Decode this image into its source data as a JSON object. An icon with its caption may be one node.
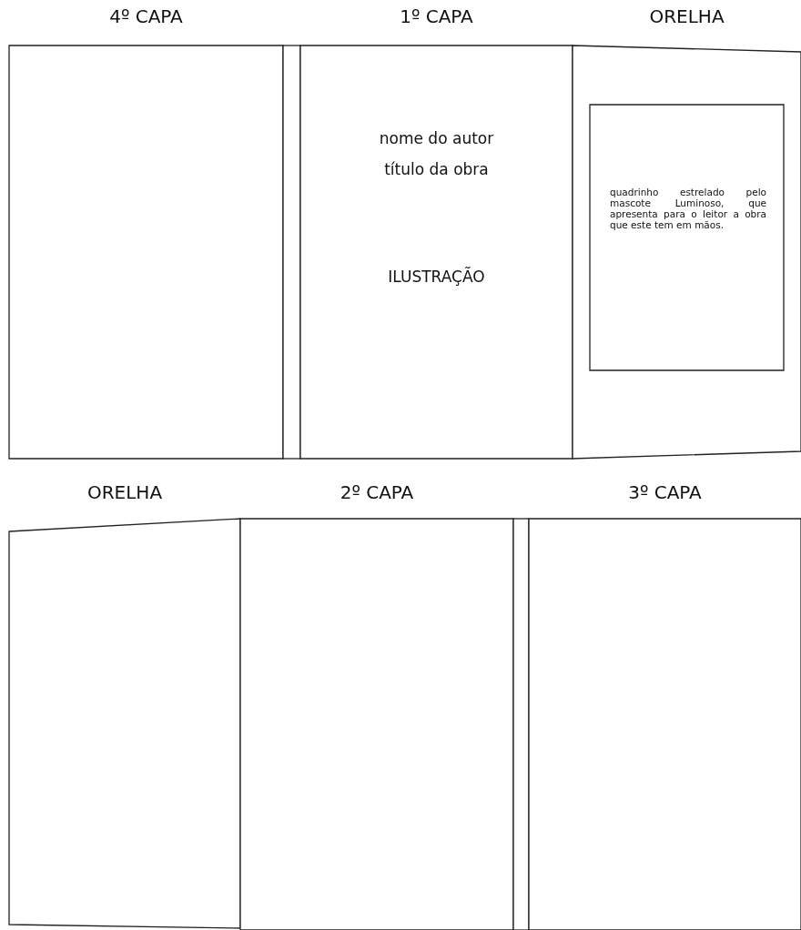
{
  "diagram": {
    "nodes": [
      {
        "text": [
          "4º CAPA"
        ]
      },
      {
        "text": [],
        "shape": "bar"
      },
      {
        "text": [
          "1º CAPA",
          "nome do autor",
          "título da obra",
          "ILUSTRAÇÃO"
        ]
      },
      {
        "text": [
          "ORELHA"
        ]
      },
      {
        "text": [
          "quadrinho estrelado pelo mascote Luminoso, que apresenta para o leitor a obra que este tem em mãos."
        ],
        "in": 3
      },
      {
        "text": [
          "ORELHA"
        ]
      },
      {
        "text": [
          "2º CAPA"
        ]
      },
      {
        "text": [],
        "shape": "bar"
      },
      {
        "text": [
          "3º CAPA"
        ]
      }
    ]
  }
}
